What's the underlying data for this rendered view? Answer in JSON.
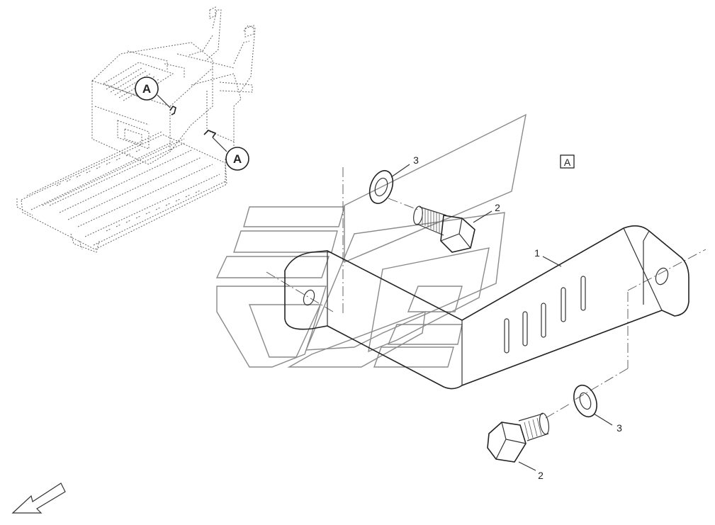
{
  "overview": {
    "callout_top": "A",
    "callout_bottom": "A"
  },
  "detail": {
    "view_label": "A"
  },
  "callouts": {
    "washer_top": "3",
    "bolt_top": "2",
    "bracket": "1",
    "washer_bottom": "3",
    "bolt_bottom": "2"
  },
  "icons": [
    "direction-arrow-icon"
  ]
}
